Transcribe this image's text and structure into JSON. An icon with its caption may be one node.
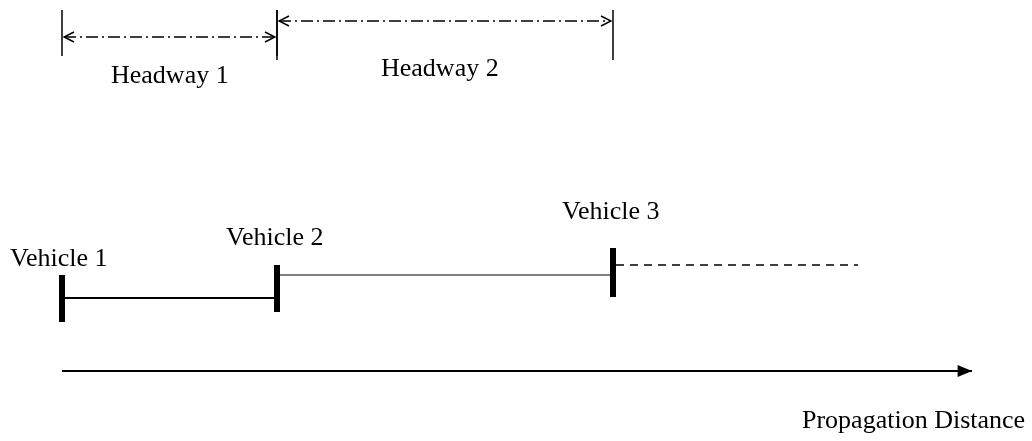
{
  "diagram": {
    "nodes": [
      {
        "text": [
          "Vehicle 1"
        ]
      },
      {
        "text": [
          "Vehicle 2"
        ]
      },
      {
        "text": [
          "Vehicle 3"
        ]
      }
    ],
    "edges": [
      {
        "from": 0,
        "to": 1,
        "arrow": "none"
      },
      {
        "from": 1,
        "to": 2,
        "arrow": "none"
      },
      {
        "from": 2,
        "to": null,
        "arrow": "none",
        "style": "dashed"
      }
    ],
    "labels": [
      "Headway 1",
      "Headway 2",
      "Propagation Distance"
    ]
  }
}
